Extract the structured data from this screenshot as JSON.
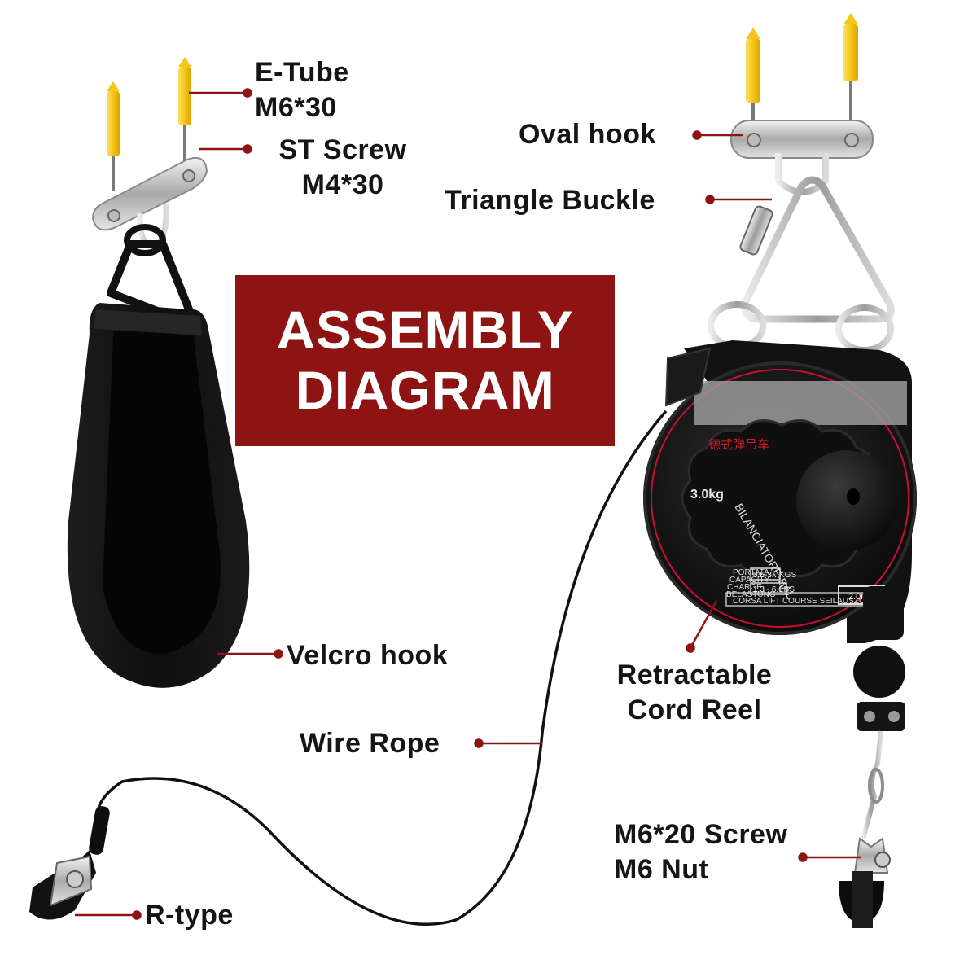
{
  "title": {
    "line1": "ASSEMBLY",
    "line2": "DIAGRAM",
    "background": "#8e1313",
    "text_color": "#ffffff"
  },
  "labels": {
    "e_tube": [
      "E-Tube",
      "M6*30"
    ],
    "st_screw": [
      "ST Screw",
      "M4*30"
    ],
    "oval_hook": "Oval hook",
    "triangle_buckle": "Triangle Buckle",
    "velcro_hook": "Velcro hook",
    "retractable_reel": [
      "Retractable",
      "Cord Reel"
    ],
    "wire_rope": "Wire Rope",
    "screw_nut": [
      "M6*20 Screw",
      "M6 Nut"
    ],
    "r_type": "R-type"
  },
  "reel": {
    "brand_chinese": "德式弹吊车",
    "capacity": "3.0kg",
    "arc_text": "BILANCIATORE-BAL",
    "portata": "PORTATA",
    "capacity_word": "CAPACITY",
    "charge": "CHARGE",
    "belastung": "BELASTUNG",
    "kgs": "KGS",
    "kgs_value": "0.6-3.",
    "lbs": "LBS",
    "lbs_value": "1.3 - 6.6",
    "stroke_line": "CORSA  LIFT  COURSE  SEILAUSZUG",
    "stroke_value": "2.0m"
  },
  "colors": {
    "leader": "#8e1313",
    "label_text": "#151515",
    "anchor": "#f5c518"
  }
}
